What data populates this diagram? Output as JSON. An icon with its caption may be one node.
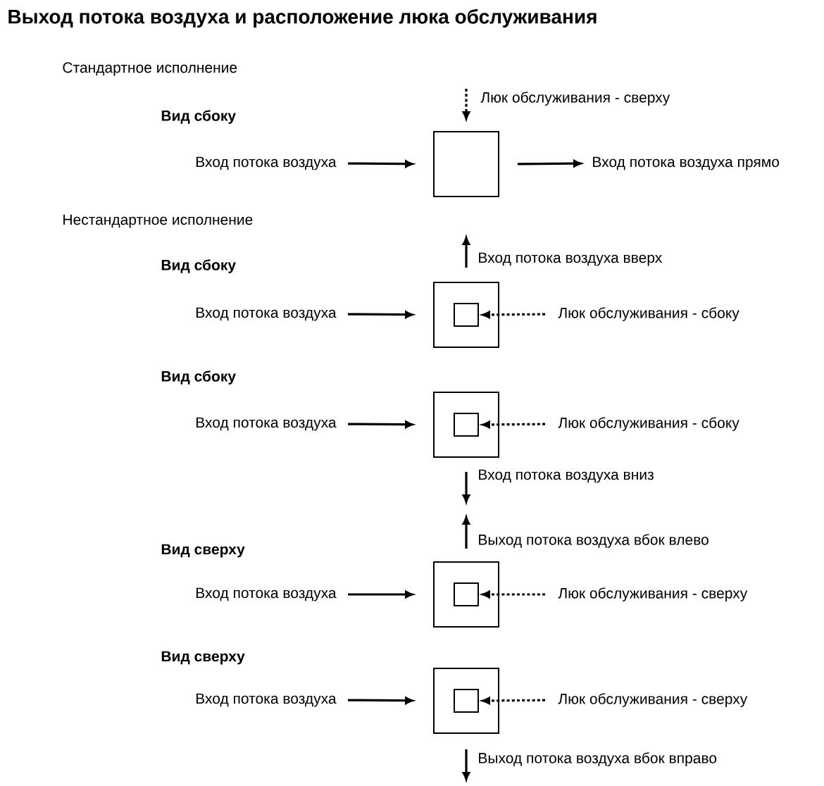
{
  "diagram": {
    "title": "Выход потока воздуха и расположение люка обслуживания",
    "nodes": [
      {
        "text": [
          "Вход потока воздуха"
        ]
      },
      {
        "text": [],
        "shape": "box"
      },
      {
        "text": [
          "Вход потока воздуха прямо"
        ]
      },
      {
        "text": [
          "Вход потока воздуха"
        ]
      },
      {
        "text": [],
        "shape": "box"
      },
      {
        "text": [],
        "shape": "box",
        "in": 4
      },
      {
        "text": [
          "Люк обслуживания - сбоку"
        ]
      },
      {
        "text": [
          "Вход потока воздуха"
        ]
      },
      {
        "text": [],
        "shape": "box"
      },
      {
        "text": [],
        "shape": "box",
        "in": 8
      },
      {
        "text": [
          "Люк обслуживания - сбоку"
        ]
      },
      {
        "text": [
          "Вход потока воздуха"
        ]
      },
      {
        "text": [],
        "shape": "box"
      },
      {
        "text": [],
        "shape": "box",
        "in": 12
      },
      {
        "text": [
          "Люк обслуживания - сверху"
        ]
      },
      {
        "text": [
          "Вход потока воздуха"
        ]
      },
      {
        "text": [],
        "shape": "box"
      },
      {
        "text": [],
        "shape": "box",
        "in": 16
      },
      {
        "text": [
          "Люк обслуживания - сверху"
        ]
      }
    ],
    "edges": [
      {
        "from": null,
        "to": 1,
        "arrow": "to",
        "style": "dashed",
        "label": "Люк обслуживания - сверху"
      },
      {
        "from": 0,
        "to": 1,
        "arrow": "to"
      },
      {
        "from": 1,
        "to": 2,
        "arrow": "to"
      },
      {
        "from": 4,
        "to": null,
        "arrow": "to",
        "label": "Вход потока воздуха вверх"
      },
      {
        "from": 3,
        "to": 4,
        "arrow": "to"
      },
      {
        "from": 6,
        "to": 5,
        "arrow": "to",
        "style": "dashed"
      },
      {
        "from": 7,
        "to": 8,
        "arrow": "to"
      },
      {
        "from": 10,
        "to": 9,
        "arrow": "to",
        "style": "dashed"
      },
      {
        "from": 8,
        "to": null,
        "arrow": "to",
        "label": "Вход потока воздуха вниз"
      },
      {
        "from": 12,
        "to": null,
        "arrow": "to",
        "label": "Выход потока воздуха вбок влево"
      },
      {
        "from": 11,
        "to": 12,
        "arrow": "to"
      },
      {
        "from": 14,
        "to": 13,
        "arrow": "to",
        "style": "dashed"
      },
      {
        "from": 15,
        "to": 16,
        "arrow": "to"
      },
      {
        "from": 18,
        "to": 17,
        "arrow": "to",
        "style": "dashed"
      },
      {
        "from": 16,
        "to": null,
        "arrow": "to",
        "label": "Выход потока воздуха вбок вправо"
      }
    ],
    "labels": [
      "Стандартное исполнение",
      "Вид сбоку",
      "Нестандартное исполнение",
      "Вид сбоку",
      "Вид сбоку",
      "Вид сверху",
      "Вид сверху"
    ]
  }
}
